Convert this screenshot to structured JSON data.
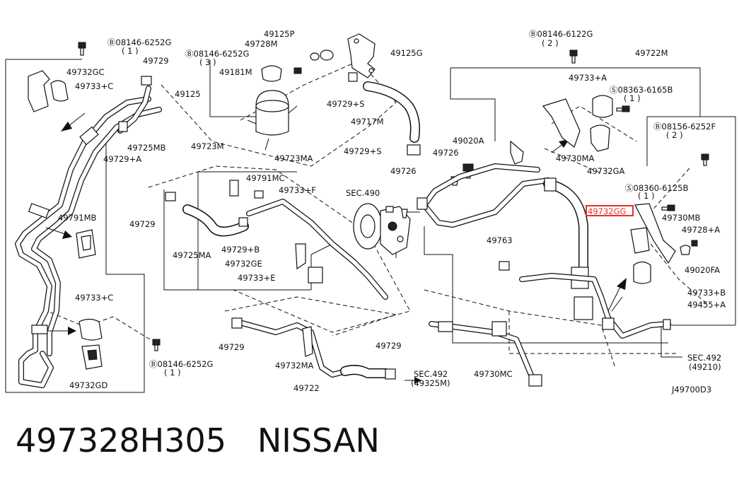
{
  "diagram_id": "J49700D3",
  "highlight_label": "49732GG",
  "caption": "497328H305   NISSAN",
  "labels": {
    "bolt_08146_6252g_top": "Ⓑ08146-6252G",
    "qty_1_a": "( 1 )",
    "l_49729_top": "49729",
    "l_49125p": "49125P",
    "l_49728m": "49728M",
    "bolt_08146_6252g_mid": "Ⓑ08146-6252G",
    "qty_3": "( 3 )",
    "l_49181m": "49181M",
    "l_49125g": "49125G",
    "l_49125": "49125",
    "l_49732gc": "49732GC",
    "l_49733c_top": "49733+C",
    "l_49729s": "49729+S",
    "l_49717m": "49717M",
    "l_49725mb": "49725MB",
    "l_49723m": "49723M",
    "l_49729a": "49729+A",
    "l_49723ma": "49723MA",
    "l_49729s_2": "49729+S",
    "l_49020a": "49020A",
    "l_49726_a": "49726",
    "l_49726_b": "49726",
    "l_49791mc": "49791MC",
    "l_49733f": "49733+F",
    "l_sec490": "SEC.490",
    "l_49729_mid": "49729",
    "l_49791mb": "49791MB",
    "l_49725ma": "49725MA",
    "l_49729b": "49729+B",
    "l_49732ge": "49732GE",
    "l_49733e": "49733+E",
    "l_49763": "49763",
    "l_49733c_bot": "49733+C",
    "l_49729_bot": "49729",
    "l_49732ma": "49732MA",
    "l_49722": "49722",
    "l_49729_right": "49729",
    "sec492_a": "SEC.492",
    "sec492_a_sub": "(49325M)",
    "l_49730mc": "49730MC",
    "bolt_08146_6252g_bot": "Ⓑ08146-6252G",
    "qty_1_b": "( 1 )",
    "l_49732gd": "49732GD",
    "bolt_08146_6122g": "Ⓑ08146-6122G",
    "qty_2_a": "( 2 )",
    "l_49722m": "49722M",
    "l_49733a": "49733+A",
    "screw_08363_6165b": "Ⓢ08363-6165B",
    "qty_1_c": "( 1 )",
    "bolt_08156_6252f": "Ⓑ08156-6252F",
    "qty_2_b": "( 2 )",
    "l_49730ma": "49730MA",
    "l_49732ga": "49732GA",
    "screw_08360_6125b": "Ⓢ08360-6125B",
    "qty_1_d": "( 1 )",
    "l_49730mb": "49730MB",
    "l_49728a": "49728+A",
    "l_49020fa": "49020FA",
    "l_49733b": "49733+B",
    "l_49455a": "49455+A",
    "sec492_b": "SEC.492",
    "sec492_b_sub": "(49210)"
  }
}
